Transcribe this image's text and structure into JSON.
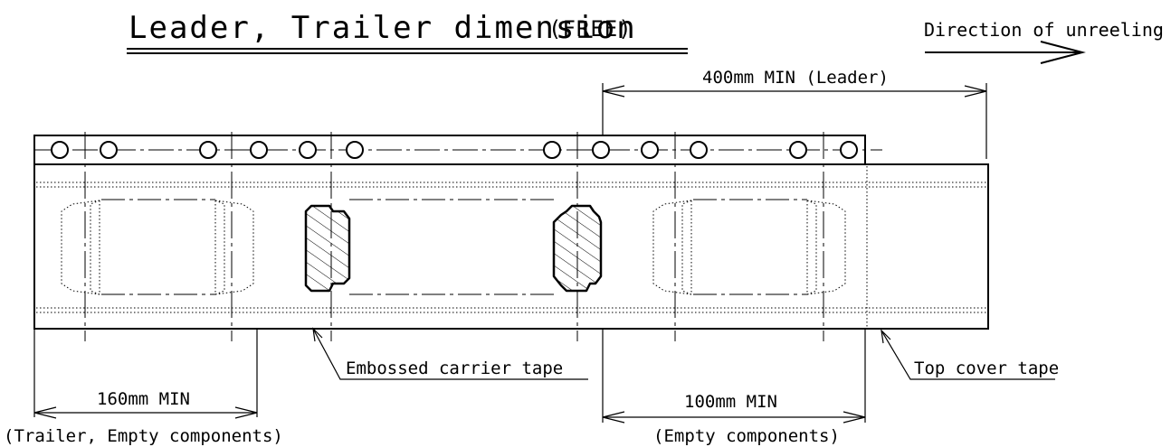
{
  "title": {
    "main": "Leader, Trailer dimension",
    "qualifier": "(FREE)"
  },
  "direction_label": "Direction of unreeling",
  "dimensions": {
    "leader": "400mm MIN (Leader)",
    "trailer_length": "160mm MIN",
    "trailer_desc": "(Trailer, Empty components)",
    "empty_length": "100mm MIN",
    "empty_desc": "(Empty components)"
  },
  "callouts": {
    "carrier": "Embossed carrier tape",
    "cover": "Top cover tape"
  },
  "colors": {
    "line": "#000000",
    "background": "#ffffff"
  }
}
